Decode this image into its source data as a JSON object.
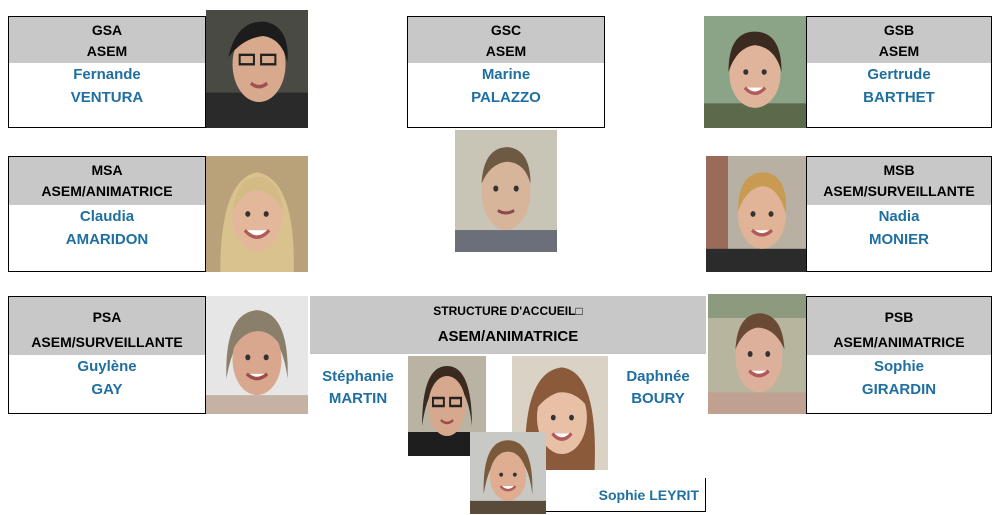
{
  "gsa": {
    "group": "GSA",
    "role": "ASEM",
    "first": "Fernande",
    "last": "VENTURA"
  },
  "gsc": {
    "group": "GSC",
    "role": "ASEM",
    "first": "Marine",
    "last": "PALAZZO"
  },
  "gsb": {
    "group": "GSB",
    "role": "ASEM",
    "first": "Gertrude",
    "last": "BARTHET"
  },
  "msa": {
    "group": "MSA",
    "role": "ASEM/ANIMATRICE",
    "first": "Claudia",
    "last": "AMARIDON"
  },
  "msb": {
    "group": "MSB",
    "role": "ASEM/SURVEILLANTE",
    "first": "Nadia",
    "last": "MONIER"
  },
  "psa": {
    "group": "PSA",
    "role": "ASEM/SURVEILLANTE",
    "first": "Guylène",
    "last": "GAY"
  },
  "psb": {
    "group": "PSB",
    "role": "ASEM/ANIMATRICE",
    "first": "Sophie",
    "last": "GIRARDIN"
  },
  "structure": {
    "title": "STRUCTURE D'ACCUEIL□",
    "role": "ASEM/ANIMATRICE",
    "martin": {
      "first": "Stéphanie",
      "last": "MARTIN"
    },
    "boury": {
      "first": "Daphnée",
      "last": "BOURY"
    },
    "leyrit": "Sophie LEYRIT"
  },
  "colors": {
    "header_bg": "#c8c8c8",
    "name_text": "#1f6fa0",
    "border": "#000000"
  },
  "icons": [
    "portrait-photo"
  ]
}
